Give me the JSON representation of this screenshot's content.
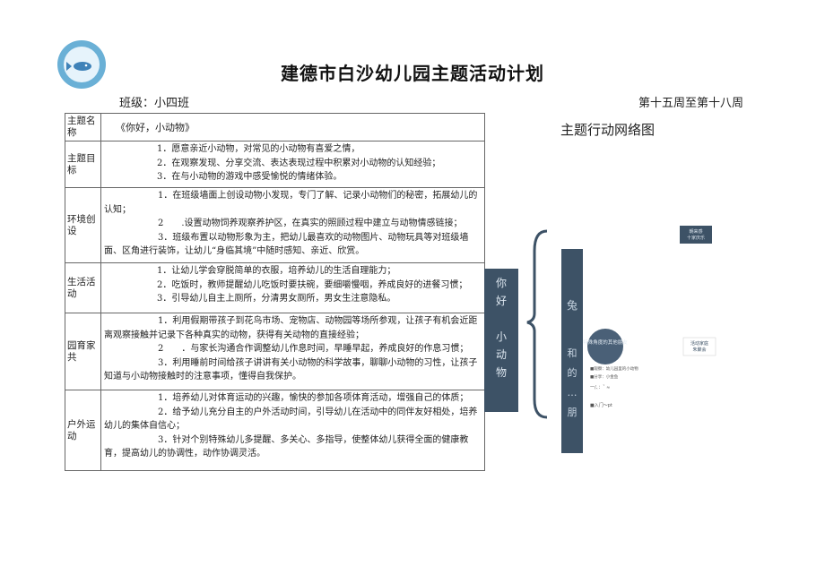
{
  "header": {
    "title": "建德市白沙幼儿园主题活动计划",
    "class_label": "班级：小四班",
    "week_label": "第十五周至第十八周"
  },
  "table": {
    "rows": [
      {
        "head": "主题名称",
        "lines": [
          "《你好，小动物》"
        ]
      },
      {
        "head": "主题目标",
        "lines": [
          "1．愿意亲近小动物，对常见的小动物有喜爱之情，",
          "2．在观察发现、分享交流、表达表现过程中积累对小动物的认知经验；",
          "3．在与小动物的游戏中感受愉悦的情绪体验。"
        ]
      },
      {
        "head": "环境创设",
        "lines": [
          "1．在班级墙面上创设动物小发现，专门了解、记录小动物们的秘密，拓展幼儿的认知；",
          "2　　.设置动物饲养观察养护区，在真实的照顾过程中建立与动物情感链接；",
          "3．班级布置以动物形象为主，把幼儿最喜欢的动物图片、动物玩具等对班级墙面、区角进行装饰，让幼儿“身临其境”中随时感知、亲近、欣赏。"
        ]
      },
      {
        "head": "生活活动",
        "lines": [
          "1．让幼儿学会穿脱简单的衣服，培养幼儿的生活自理能力；",
          "2．吃饭时，教师提醒幼儿吃饭时要扶碗，要细嚼慢咽，养成良好的进餐习惯；",
          "3．引导幼儿自主上厕所，分清男女厕所，男女生注意隐私。"
        ]
      },
      {
        "head": "园育家共",
        "lines": [
          "1．利用假期带孩子到花鸟市场、宠物店、动物园等场所参观，让孩子有机会近距离观察接触并记录下各种真实的动物，获得有关动物的直接经验；",
          "2　　．与家长沟通合作调整幼儿作息时间，早睡早起，养成良好的作息习惯；",
          "3．利用睡前时间给孩子讲讲有关小动物的科学故事，聊聊小动物的习性，让孩子知道与小动物接触时的注意事项，懂得自我保护。"
        ]
      },
      {
        "head": "户外运动",
        "lines": [
          "1．培养幼儿对体育运动的兴趣，愉快的参加各项体育活动，增强自己的体质；",
          "2．给予幼儿充分自主的户外活动时间，引导幼儿在活动中的同伴友好相处，培养幼儿的集体自信心；",
          "3．针对个别特殊幼儿多提醒、多关心、多指导，使整体幼儿获得全面的健康教育，提高幼儿的协调性，动作协调灵活。"
        ]
      }
    ]
  },
  "network": {
    "title": "主题行动网络图",
    "center_text": "你好小动物",
    "branch_1": "兔",
    "branch_2": "和的朋",
    "badge": "特殊角度的其他朋友",
    "detail_1": "■观察：幼儿园里的小动物",
    "detail_2": "■分享：小金鱼",
    "detail_3": "一/、：ˇ ≈",
    "detail_4": "■入门～pt",
    "right_box_1": "朝来感十家庆乐",
    "right_box_2": "活动家庭朱聚会"
  },
  "colors": {
    "network_dark": "#3d5266",
    "network_mid": "#6a7f96",
    "logo_ring": "#6ab0d6"
  }
}
